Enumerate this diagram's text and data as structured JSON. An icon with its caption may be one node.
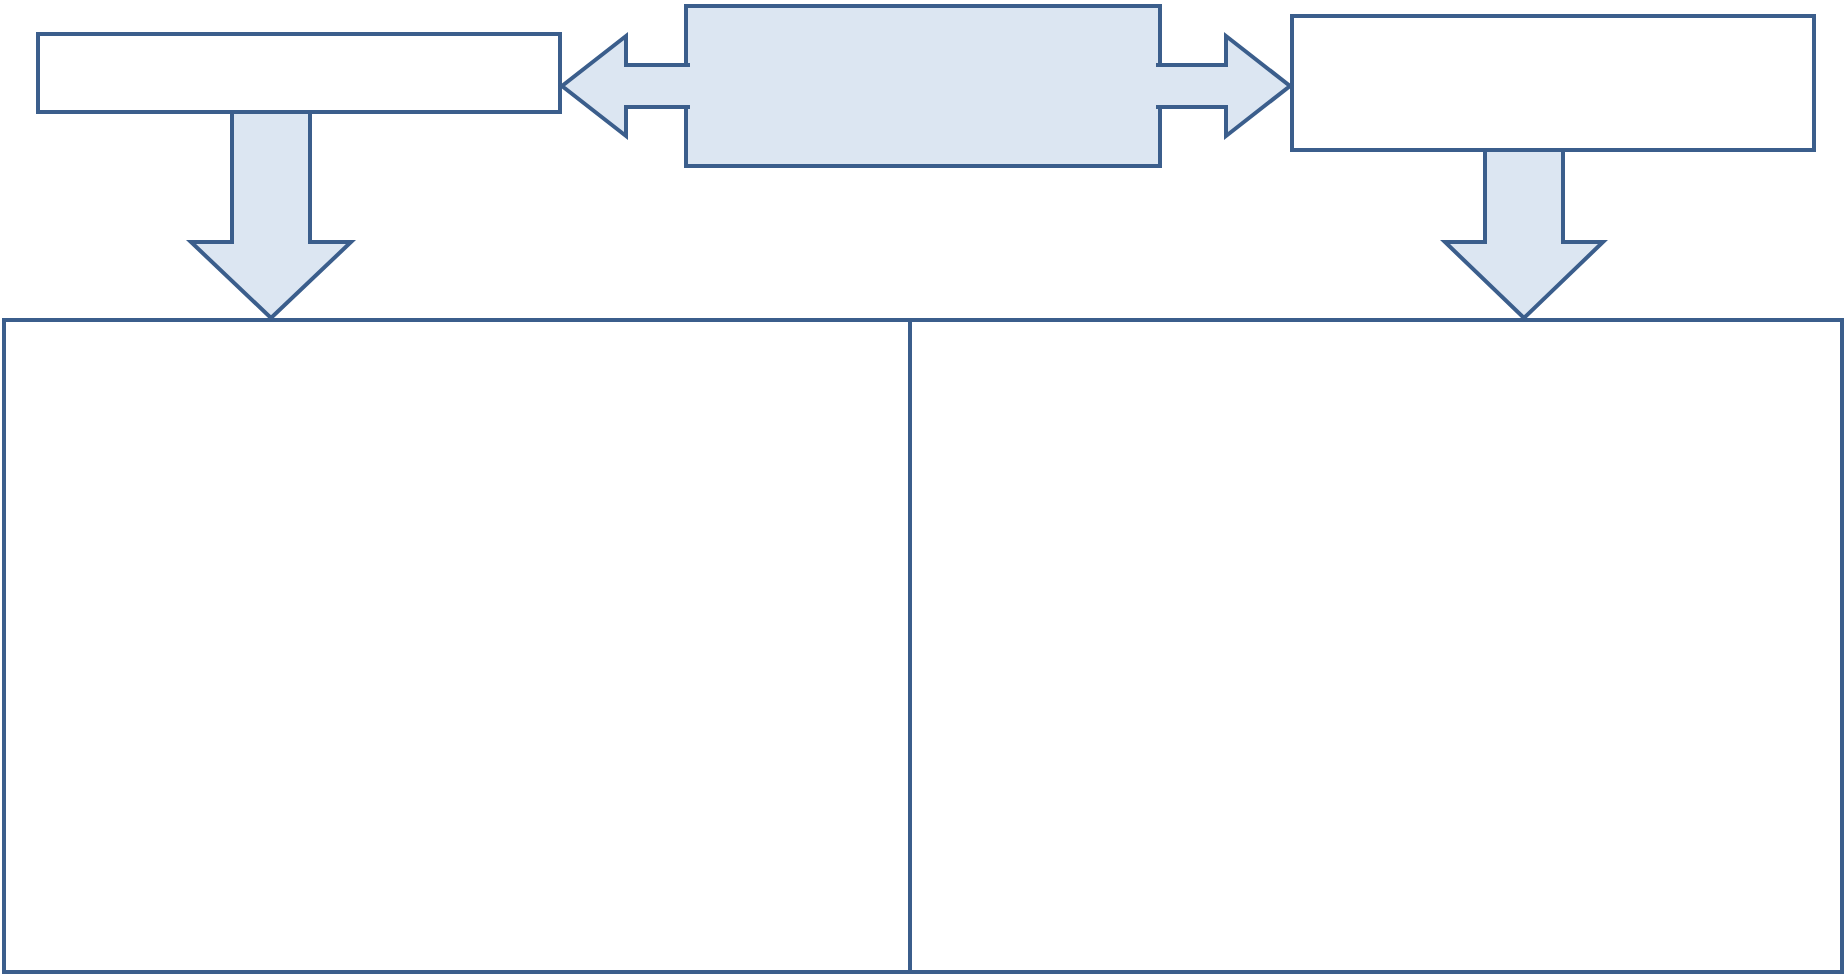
{
  "diagram": {
    "nodes": [
      {
        "text": [],
        "shape": "box"
      },
      {
        "text": [],
        "shape": "box"
      },
      {
        "text": [],
        "shape": "box"
      },
      {
        "text": [],
        "shape": "box"
      },
      {
        "text": [],
        "shape": "box"
      }
    ],
    "edges": [
      {
        "from": 1,
        "to": 0,
        "arrow": "to"
      },
      {
        "from": 1,
        "to": 2,
        "arrow": "to"
      },
      {
        "from": 0,
        "to": 3,
        "arrow": "to"
      },
      {
        "from": 2,
        "to": 4,
        "arrow": "to"
      }
    ]
  }
}
